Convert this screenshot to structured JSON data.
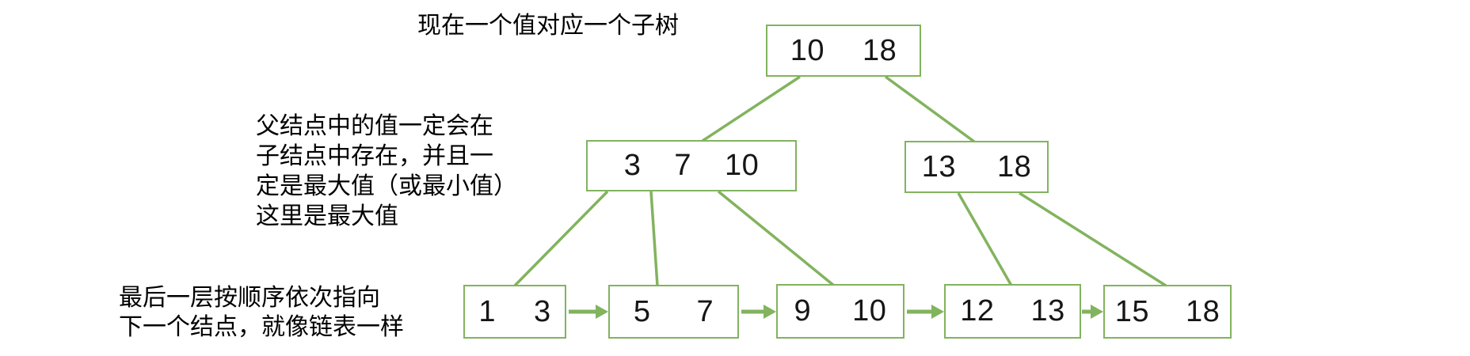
{
  "colors": {
    "line_green": "#82b35e",
    "text_black": "#000000"
  },
  "annotations": {
    "top": "现在一个值对应一个子树",
    "parent_note": {
      "line1": "父结点中的值一定会在",
      "line2": "子结点中存在，并且一",
      "line3": "定是最大值（或最小值）",
      "line4": "这里是最大值"
    },
    "bottom_note": {
      "line1": "最后一层按顺序依次指向",
      "line2": "下一个结点，就像链表一样"
    }
  },
  "tree": {
    "root": {
      "values": [
        "10",
        "18"
      ]
    },
    "internal": [
      {
        "values": [
          "3",
          "7",
          "10"
        ]
      },
      {
        "values": [
          "13",
          "18"
        ]
      }
    ],
    "leaves": [
      {
        "values": [
          "1",
          "3"
        ]
      },
      {
        "values": [
          "5",
          "7"
        ]
      },
      {
        "values": [
          "9",
          "10"
        ]
      },
      {
        "values": [
          "12",
          "13"
        ]
      },
      {
        "values": [
          "15",
          "18"
        ]
      }
    ]
  }
}
